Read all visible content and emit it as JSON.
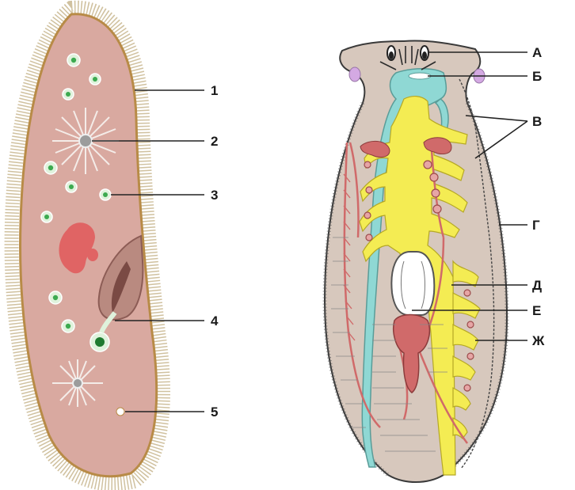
{
  "left_figure": {
    "labels": [
      "1",
      "2",
      "3",
      "4",
      "5"
    ]
  },
  "right_figure": {
    "labels": [
      "А",
      "Б",
      "В",
      "Г",
      "Д",
      "Е",
      "Ж"
    ]
  },
  "colors": {
    "paramecium_body": "#d9a9a0",
    "paramecium_edge": "#b88b47",
    "cilia": "#b9a77e",
    "nucleus": "#e06464",
    "green_vacuole": "#3caa50",
    "planaria_body": "#d7c8bd",
    "planaria_gut": "#f4ec53",
    "planaria_nerve": "#8fd8d4",
    "planaria_repro": "#d06a6a"
  }
}
